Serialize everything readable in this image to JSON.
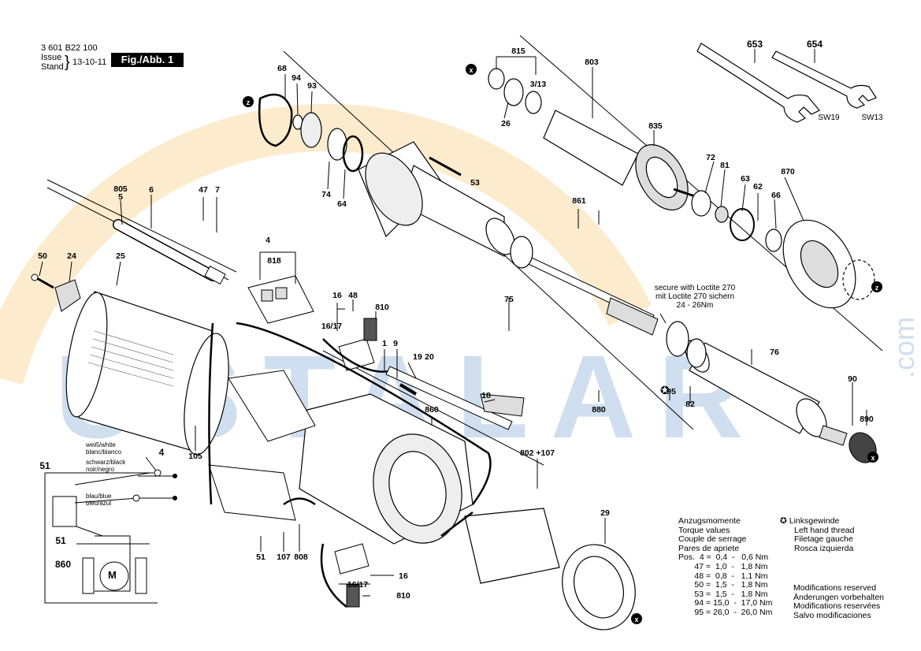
{
  "header": {
    "part_number": "3 601 B22 100",
    "issue_label": "Issue",
    "stand_label": "Stand",
    "date": "13-10-11",
    "figure_label": "Fig./Abb. 1"
  },
  "watermark": {
    "text": "USTALAR",
    "suffix": ".com",
    "color": "#2a6fb4",
    "arc_color": "#f2a31f"
  },
  "callouts": [
    "68",
    "94",
    "93",
    "74",
    "64",
    "815",
    "803",
    "3/13",
    "26",
    "835",
    "861",
    "53",
    "72",
    "81",
    "63",
    "62",
    "66",
    "870",
    "805",
    "5",
    "6",
    "47",
    "7",
    "4",
    "818",
    "50",
    "24",
    "25",
    "16",
    "48",
    "810",
    "16/17",
    "1",
    "9",
    "19",
    "20",
    "75",
    "76",
    "95",
    "82",
    "880",
    "18",
    "860",
    "90",
    "890",
    "802 +107",
    "105",
    "29",
    "51",
    "107",
    "808",
    "16",
    "16/17",
    "810",
    "653",
    "654",
    "SW19",
    "SW13",
    "4",
    "51",
    "51",
    "860"
  ],
  "markers": [
    "z",
    "x",
    "x",
    "z",
    "x"
  ],
  "loctite_note": [
    "secure with Loctite 270",
    "mit Loctite 270 sichern",
    "24 - 26Nm"
  ],
  "wire_labels": [
    "weiß/white",
    "blanc/bianco",
    "schwarz/black",
    "noir/negro",
    "blau/blue",
    "bleu/azul"
  ],
  "motor_symbol": "M",
  "torque_table": {
    "headings": [
      "Anzugsmomente",
      "Torque values",
      "Couple de serrage",
      "Pares de apriete"
    ],
    "rows": [
      "Pos.  4 =  0,4  -   0,6 Nm",
      "       47 =  1,0  -   1,8 Nm",
      "       48 =  0,8  -   1,1 Nm",
      "       50 =  1,5  -   1,8 Nm",
      "       53 =  1,5  -   1,8 Nm",
      "       94 = 15,0  -  17,0 Nm",
      "       95 = 26,0  -  26,0 Nm"
    ]
  },
  "left_hand": {
    "symbol": "✪",
    "lines": [
      "Linksgewinde",
      "Left hand thread",
      "Filetage gauche",
      "Rosca izquierda"
    ]
  },
  "modifications": [
    "Modifications reserved",
    "Änderungen vorbehalten",
    "Modifications reservées",
    "Salvo modificaciones"
  ]
}
